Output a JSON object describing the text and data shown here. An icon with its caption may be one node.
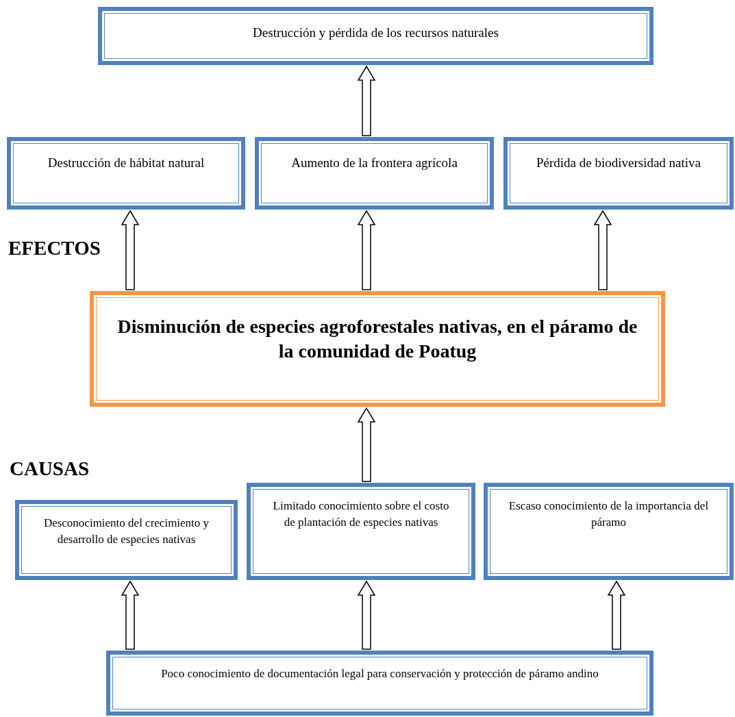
{
  "diagram": {
    "nodes": [
      {
        "text": [
          "Destrucción y pérdida de los recursos naturales"
        ]
      },
      {
        "text": [
          "Destrucción de hábitat natural"
        ]
      },
      {
        "text": [
          "Aumento de la frontera agrícola"
        ]
      },
      {
        "text": [
          "Pérdida de biodiversidad nativa"
        ]
      },
      {
        "text": [
          "Disminución de especies agroforestales nativas, en el páramo de la comunidad de Poatug"
        ]
      },
      {
        "text": [
          "Desconocimiento del crecimiento y desarrollo de especies nativas"
        ]
      },
      {
        "text": [
          "Limitado conocimiento sobre el costo de plantación de especies nativas"
        ]
      },
      {
        "text": [
          "Escaso conocimiento de la importancia del páramo"
        ]
      },
      {
        "text": [
          "Poco conocimiento de documentación legal para conservación y protección de páramo andino"
        ]
      }
    ],
    "edges": [
      {
        "from": 2,
        "to": 0,
        "arrow": "to"
      },
      {
        "from": 4,
        "to": 1,
        "arrow": "to"
      },
      {
        "from": 4,
        "to": 2,
        "arrow": "to"
      },
      {
        "from": 4,
        "to": 3,
        "arrow": "to"
      },
      {
        "from": 6,
        "to": 4,
        "arrow": "to"
      },
      {
        "from": 8,
        "to": 5,
        "arrow": "to"
      },
      {
        "from": 8,
        "to": 6,
        "arrow": "to"
      },
      {
        "from": 8,
        "to": 7,
        "arrow": "to"
      }
    ],
    "labels": [
      "EFECTOS",
      "CAUSAS"
    ]
  }
}
